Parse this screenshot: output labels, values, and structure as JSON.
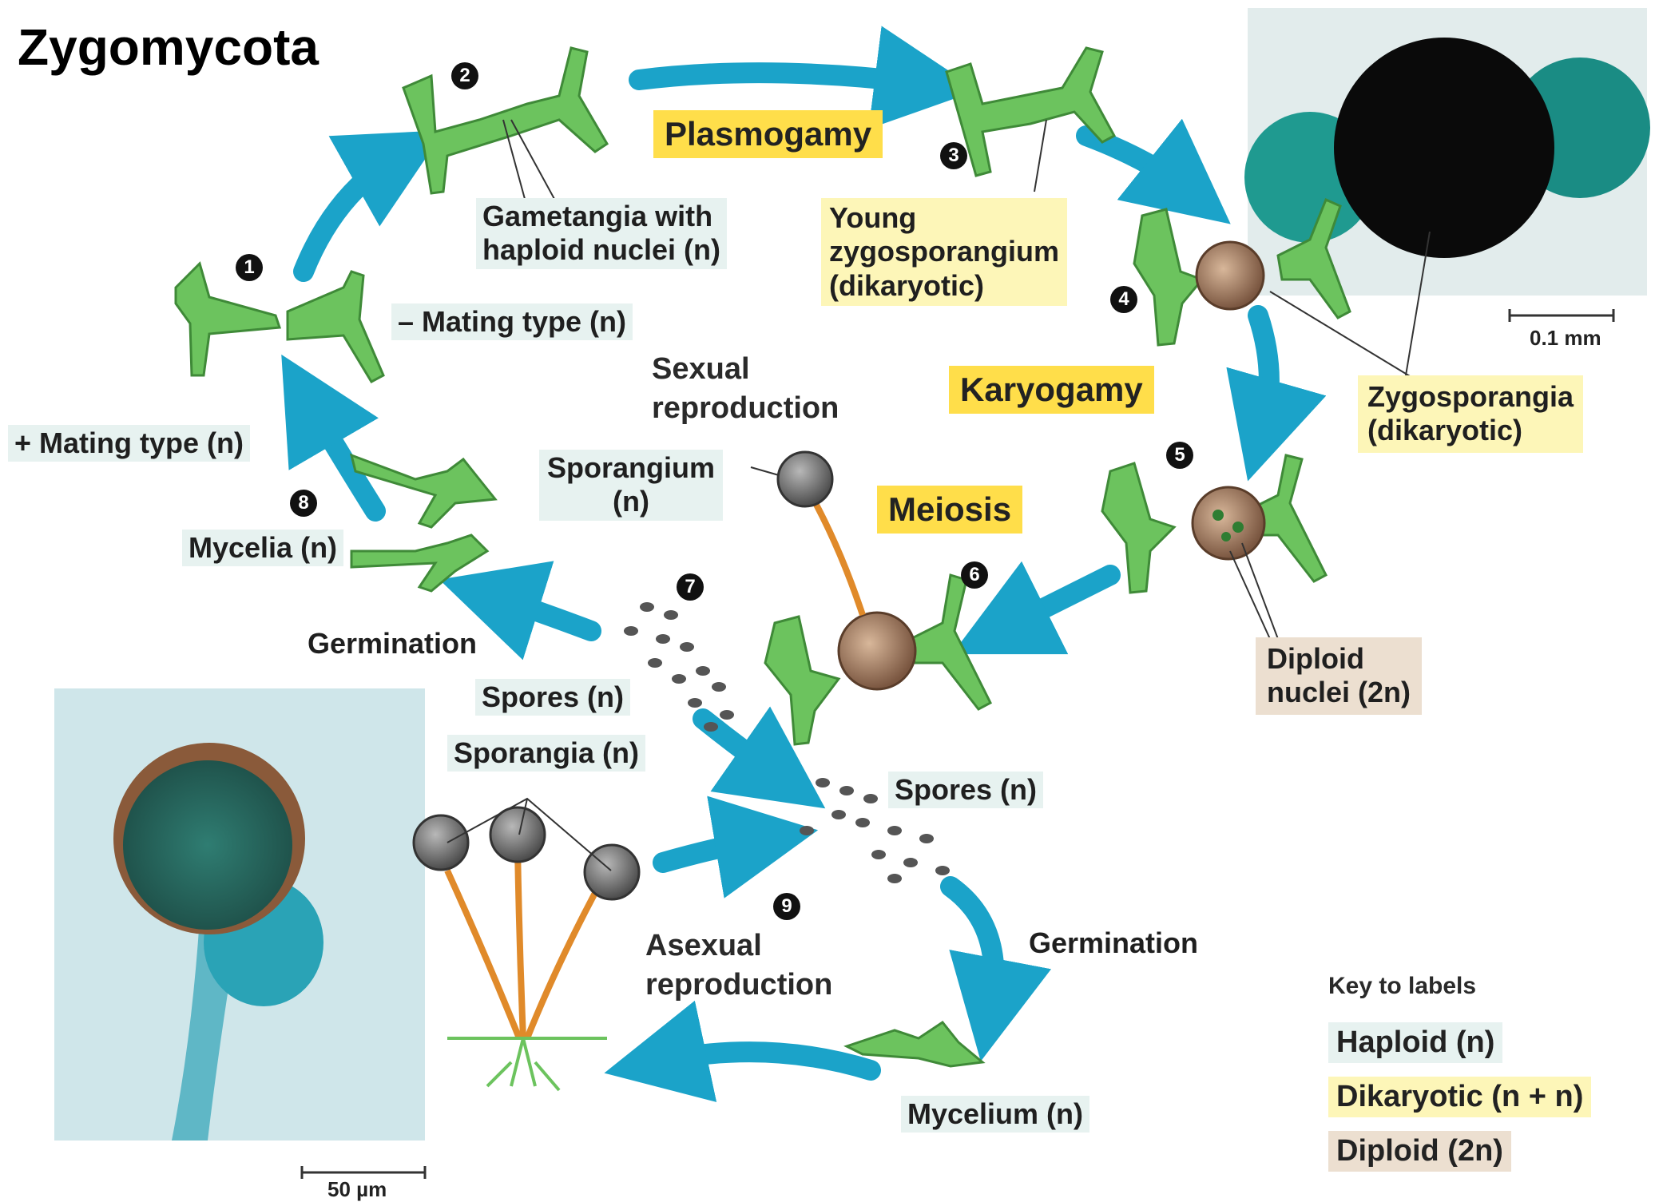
{
  "title": "Zygomycota",
  "stages": {
    "plasmogamy": "Plasmogamy",
    "karyogamy": "Karyogamy",
    "meiosis": "Meiosis"
  },
  "reproduction": {
    "sexual_line1": "Sexual",
    "sexual_line2": "reproduction",
    "asexual_line1": "Asexual",
    "asexual_line2": "reproduction"
  },
  "steps": [
    "1",
    "2",
    "3",
    "4",
    "5",
    "6",
    "7",
    "8",
    "9"
  ],
  "labels": {
    "gametangia_line1": "Gametangia with",
    "gametangia_line2": "haploid nuclei (n)",
    "minus_mating": "– Mating type (n)",
    "plus_mating": "+ Mating type (n)",
    "young_line1": "Young",
    "young_line2": "zygosporangium",
    "young_line3": "(dikaryotic)",
    "zygosporangia_line1": "Zygosporangia",
    "zygosporangia_line2": "(dikaryotic)",
    "sporangium_line1": "Sporangium",
    "sporangium_line2": "(n)",
    "mycelia": "Mycelia (n)",
    "germination_left": "Germination",
    "spores_left": "Spores (n)",
    "sporangia": "Sporangia (n)",
    "spores_right": "Spores (n)",
    "diploid_line1": "Diploid",
    "diploid_line2": "nuclei (2n)",
    "germination_right": "Germination",
    "mycelium": "Mycelium (n)"
  },
  "key": {
    "title": "Key to labels",
    "haploid": "Haploid (n)",
    "dikaryotic": "Dikaryotic (n + n)",
    "diploid": "Diploid (2n)"
  },
  "scales": {
    "top": "0.1 mm",
    "bottom": "50 µm"
  },
  "colors": {
    "arrow": "#1ba3c9",
    "hyphae": "#6cc35e",
    "haploid_box": "#e7f2f0",
    "dikaryotic_box": "#fdf6b8",
    "diploid_box": "#ecdfd0",
    "stage_box": "#ffde4a",
    "zygosporangium": "#8b6a52",
    "sporangium": "#6e6e6e",
    "stalk": "#e08a2a"
  }
}
